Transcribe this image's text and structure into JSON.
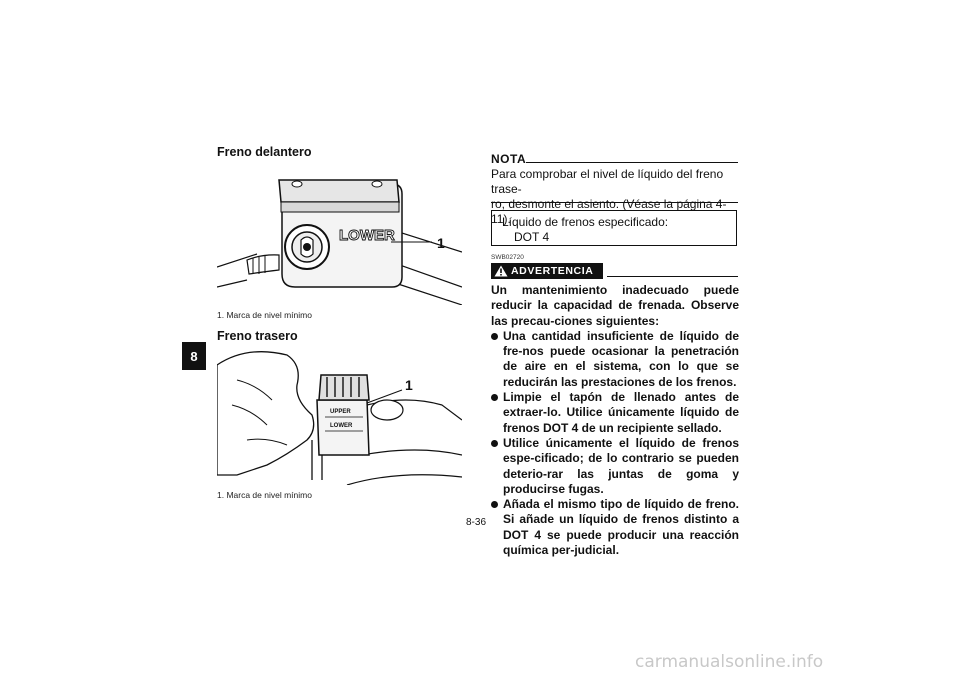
{
  "chapter_tab": "8",
  "left": {
    "front_heading": "Freno delantero",
    "front_callout": "1",
    "front_label_lower": "LOWER",
    "front_caption": "1.  Marca de nivel mínimo",
    "rear_heading": "Freno trasero",
    "rear_callout": "1",
    "rear_label_upper": "UPPER",
    "rear_label_lower": "LOWER",
    "rear_caption": "1.  Marca de nivel mínimo"
  },
  "right": {
    "nota_title": "NOTA",
    "nota_line1": "Para comprobar el nivel de líquido del freno trase-",
    "nota_line2": "ro, desmonte el asiento. (Véase la página 4-11).",
    "spec_line1": "Líquido de frenos especificado:",
    "spec_line2": "DOT 4",
    "warning_code": "SWB02720",
    "warning_label": "ADVERTENCIA",
    "warning_intro": "Un mantenimiento inadecuado puede reducir la capacidad de frenada. Observe las precau-ciones siguientes:",
    "bullets": [
      "Una cantidad insuficiente de líquido de fre-nos puede ocasionar la penetración de aire en el sistema, con lo que se reducirán las prestaciones de los frenos.",
      "Limpie el tapón de llenado antes de extraer-lo. Utilice únicamente líquido de frenos DOT 4 de un recipiente sellado.",
      "Utilice únicamente el líquido de frenos espe-cificado; de lo contrario se pueden deterio-rar las juntas de goma y producirse fugas.",
      "Añada el mismo tipo de líquido de freno. Si añade un líquido de frenos distinto a DOT 4 se puede producir una reacción química per-judicial."
    ]
  },
  "page_number": "8-36",
  "watermark": "carmanualsonline.info"
}
